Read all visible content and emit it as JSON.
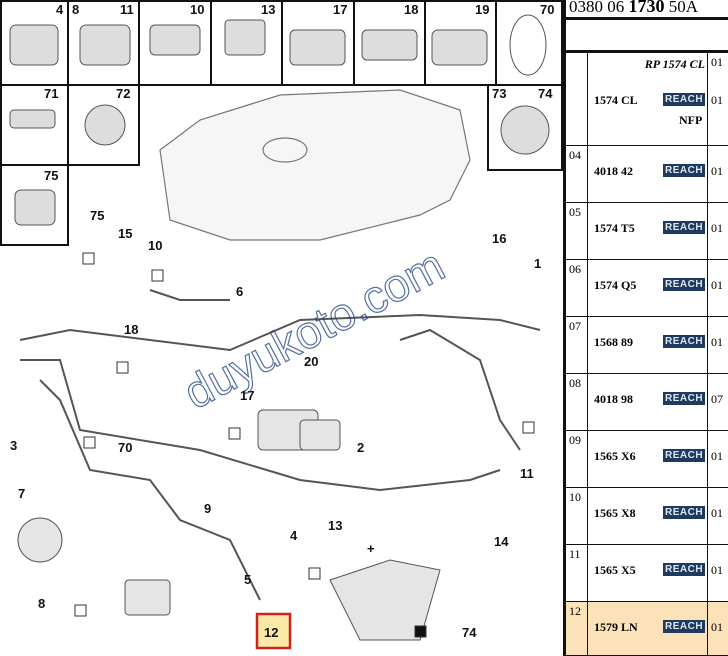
{
  "diagram": {
    "box_labels": [
      "4",
      "8",
      "11",
      "10",
      "13",
      "17",
      "18",
      "19",
      "70",
      "71",
      "72",
      "75",
      "73",
      "74"
    ],
    "callouts": [
      "75",
      "15",
      "10",
      "6",
      "18",
      "16",
      "1",
      "20",
      "17",
      "3",
      "70",
      "2",
      "11",
      "7",
      "9",
      "14",
      "13",
      "4",
      "5",
      "8",
      "12",
      "74"
    ],
    "watermark": "duyukoto.com",
    "highlight_color": "#cc2222"
  },
  "table": {
    "header_prefix": "0380 06 ",
    "header_bold": "1730",
    "header_suffix": " 50A",
    "reach_label": "REACH",
    "rows": [
      {
        "num": "",
        "ref": "1574 CL",
        "rp": "RP 1574 CL",
        "rp_qty": "01",
        "qty": "01",
        "note": "NFP"
      },
      {
        "num": "04",
        "ref": "4018 42",
        "qty": "01"
      },
      {
        "num": "05",
        "ref": "1574 T5",
        "qty": "01"
      },
      {
        "num": "06",
        "ref": "1574 Q5",
        "qty": "01"
      },
      {
        "num": "07",
        "ref": "1568 89",
        "qty": "01"
      },
      {
        "num": "08",
        "ref": "4018 98",
        "qty": "07"
      },
      {
        "num": "09",
        "ref": "1565 X6",
        "qty": "01"
      },
      {
        "num": "10",
        "ref": "1565 X8",
        "qty": "01"
      },
      {
        "num": "11",
        "ref": "1565 X5",
        "qty": "01"
      },
      {
        "num": "12",
        "ref": "1579 LN",
        "qty": "01",
        "selected": true
      }
    ]
  }
}
